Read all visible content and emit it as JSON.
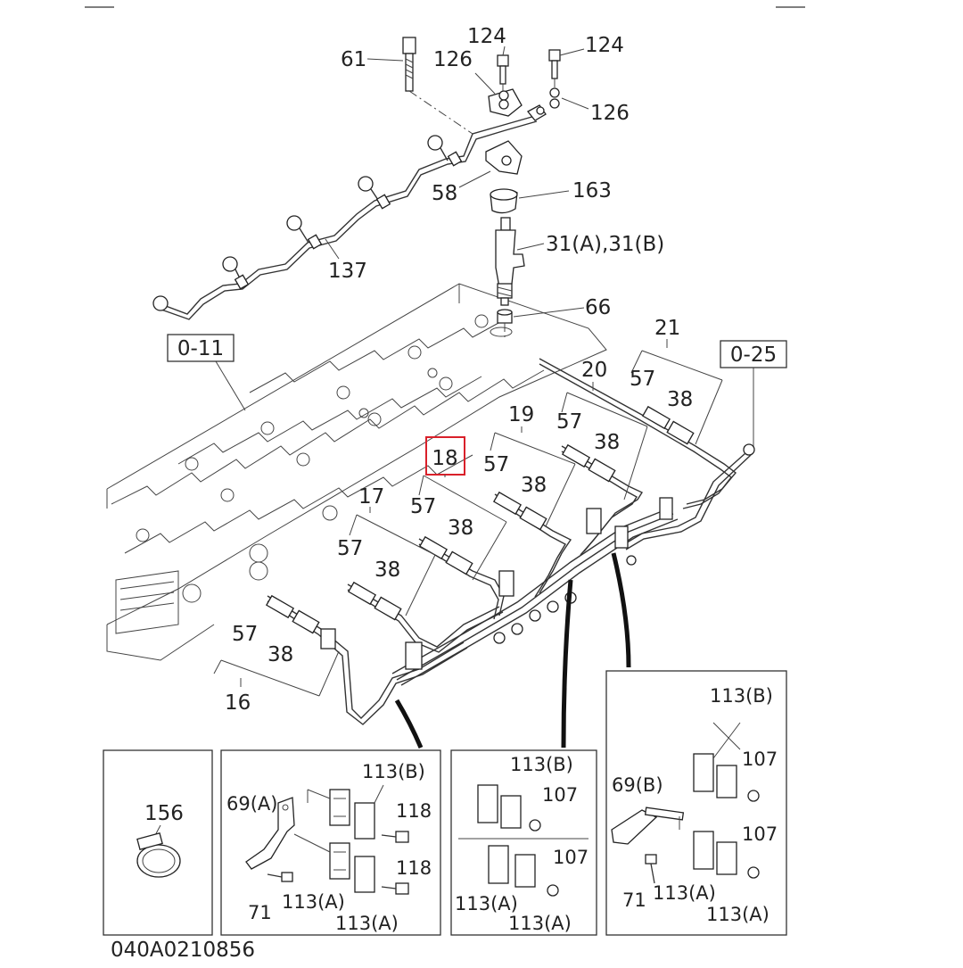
{
  "diagram": {
    "code": "040A0210856",
    "highlight_color": "#d9202a",
    "highlighted_label": "18",
    "ref_boxes": [
      "0-11",
      "0-25"
    ],
    "callouts": {
      "c61": "61",
      "c124a": "124",
      "c124b": "124",
      "c126a": "126",
      "c126b": "126",
      "c58": "58",
      "c163": "163",
      "c31": "31(A),31(B)",
      "c137": "137",
      "c66": "66",
      "c21": "21",
      "c20": "20",
      "c19": "19",
      "c17": "17",
      "c16": "16",
      "c57a": "57",
      "c38a": "38",
      "c57b": "57",
      "c38b": "38",
      "c57c": "57",
      "c38c": "38",
      "c57d": "57",
      "c38d": "38",
      "c57e": "57",
      "c38e": "38",
      "c57f": "57",
      "c38f": "38"
    },
    "insets": {
      "inset1": {
        "c156": "156"
      },
      "inset2": {
        "c113b": "113(B)",
        "c69a": "69(A)",
        "c118a": "118",
        "c118b": "118",
        "c71": "71",
        "c113a1": "113(A)",
        "c113a2": "113(A)"
      },
      "inset3": {
        "c113b": "113(B)",
        "c107a": "107",
        "c107b": "107",
        "c113a1": "113(A)",
        "c113a2": "113(A)"
      },
      "inset4": {
        "c113b": "113(B)",
        "c107a": "107",
        "c69b": "69(B)",
        "c107b": "107",
        "c71": "71",
        "c113a1": "113(A)",
        "c113a2": "113(A)"
      }
    }
  }
}
